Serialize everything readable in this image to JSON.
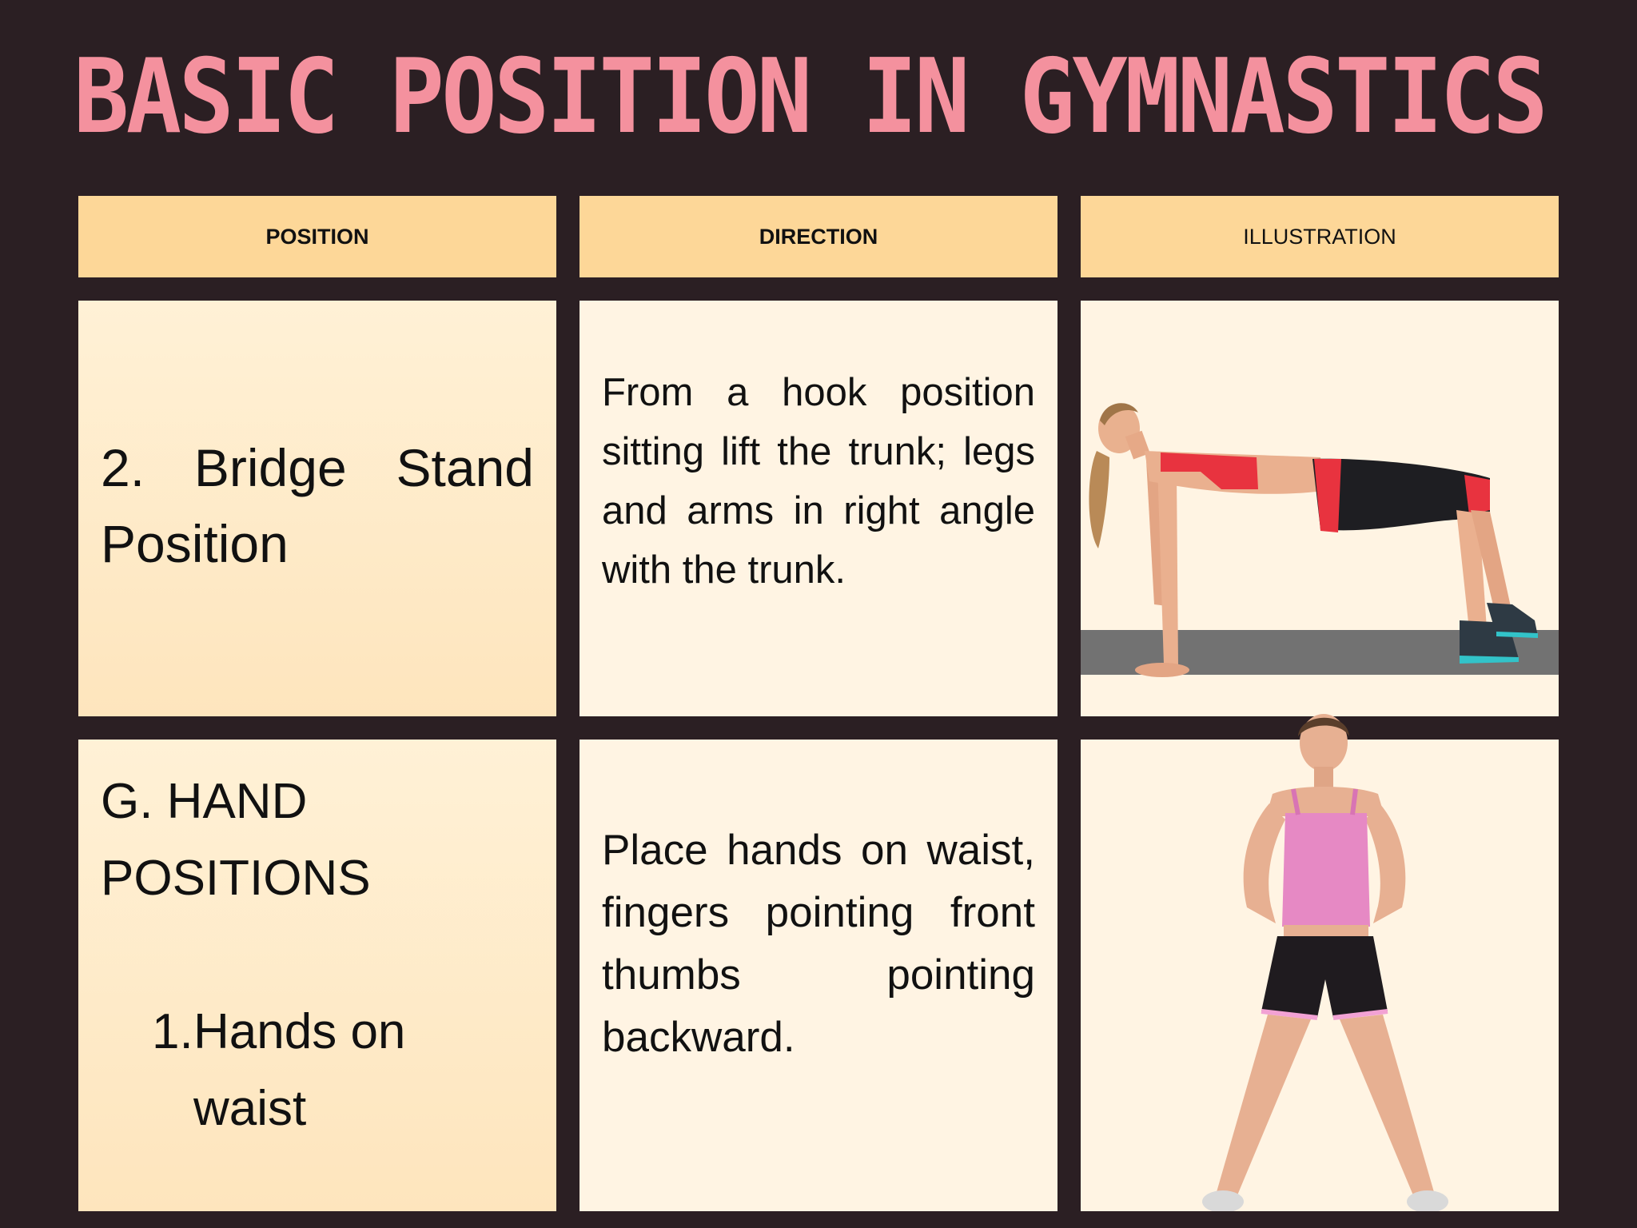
{
  "title": "BASIC POSITION IN GYMNASTICS",
  "headers": {
    "position": "POSITION",
    "direction": "DIRECTION",
    "illustration": "ILLUSTRATION"
  },
  "rows": [
    {
      "position": "2.  Bridge  Stand Position",
      "direction": "From a hook position sitting lift the trunk; legs and arms in right angle with the trunk.",
      "illustration": "woman-bridge-stand-photo"
    },
    {
      "position_heading": "G. HAND POSITIONS",
      "position_item_number": "1.",
      "position_item_label": "Hands on waist",
      "direction": "Place hands on waist, fingers pointing front thumbs pointing backward.",
      "illustration": "woman-hands-on-waist-photo"
    }
  ],
  "colors": {
    "background": "#2b1f23",
    "title": "#f4919e",
    "header_fill": "#fdd798",
    "cell_fill": "#fff4e3"
  }
}
